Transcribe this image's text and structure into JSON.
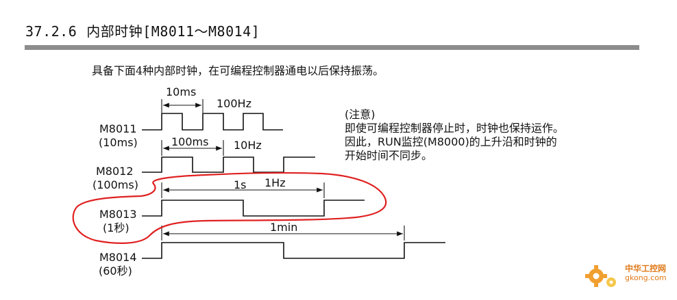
{
  "section": {
    "number": "37.2.6",
    "title": "内部时钟[M8011～M8014]"
  },
  "intro": "具备下面4种内部时钟，在可编程控制器通电以后保持振荡。",
  "note": {
    "heading": "(注意)",
    "lines": [
      "即使可编程控制器停止时，时钟也保持运作。",
      "因此，RUN监控(M8000)的上升沿和时钟的",
      "开始时间不同步。"
    ]
  },
  "signals": [
    {
      "name": "M8011",
      "sub": "(10ms)",
      "period_label": "10ms",
      "freq_label": "100Hz"
    },
    {
      "name": "M8012",
      "sub": "(100ms)",
      "period_label": "100ms",
      "freq_label": "10Hz"
    },
    {
      "name": "M8013",
      "sub": "(1秒)",
      "period_label": "1s",
      "freq_label": "1Hz"
    },
    {
      "name": "M8014",
      "sub": "(60秒)",
      "period_label": "1min",
      "freq_label": ""
    }
  ],
  "annotation": {
    "color": "#e02020",
    "shape": "hand-drawn ellipse around M8013"
  },
  "watermark": {
    "text": "中华工控网",
    "url": "gkong.com",
    "colors": {
      "gear_orange": "#f0a030",
      "gear_yellow": "#f6c84a"
    }
  }
}
